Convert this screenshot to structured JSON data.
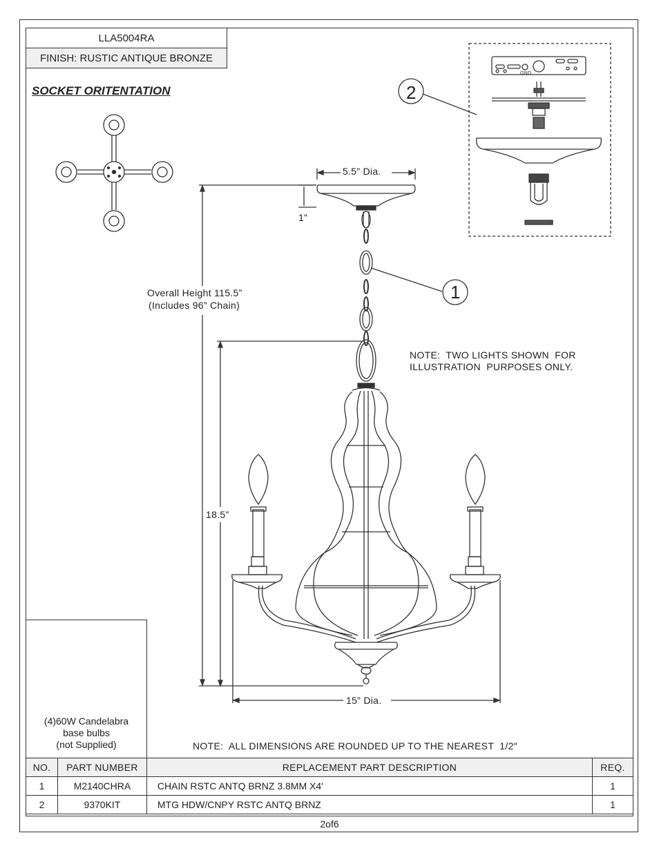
{
  "header": {
    "model": "LLA5004RA",
    "finish": "FINISH: RUSTIC ANTIQUE BRONZE"
  },
  "section_title": "SOCKET ORITENTATION",
  "dimensions": {
    "canopy_dia": "5.5” Dia.",
    "canopy_height": "1”",
    "overall_height_line1": "Overall Height 115.5”",
    "overall_height_line2": "(Includes 96” Chain)",
    "body_height": "18.5”",
    "fixture_dia": "15” Dia."
  },
  "callouts": {
    "one": "1",
    "two": "2"
  },
  "notes": {
    "lights_line1": "NOTE:  TWO LIGHTS SHOWN  FOR",
    "lights_line2": "ILLUSTRATION  PURPOSES ONLY.",
    "rounding": "NOTE:  ALL DIMENSIONS ARE ROUNDED UP TO THE NEAREST  1/2″"
  },
  "hardware_label": "GND",
  "bulb": {
    "line1": "(4)60W Candelabra",
    "line2": "base bulbs",
    "line3": "(not Supplied)"
  },
  "parts_table": {
    "headers": [
      "NO.",
      "PART NUMBER",
      "REPLACEMENT PART DESCRIPTION",
      "REQ."
    ],
    "rows": [
      {
        "no": "1",
        "part": "M2140CHRA",
        "desc": "CHAIN RSTC ANTQ BRNZ 3.8MM X4'",
        "req": "1"
      },
      {
        "no": "2",
        "part": "9370KIT",
        "desc": "MTG HDW/CNPY RSTC ANTQ BRNZ",
        "req": "1"
      }
    ]
  },
  "page": "2of6"
}
